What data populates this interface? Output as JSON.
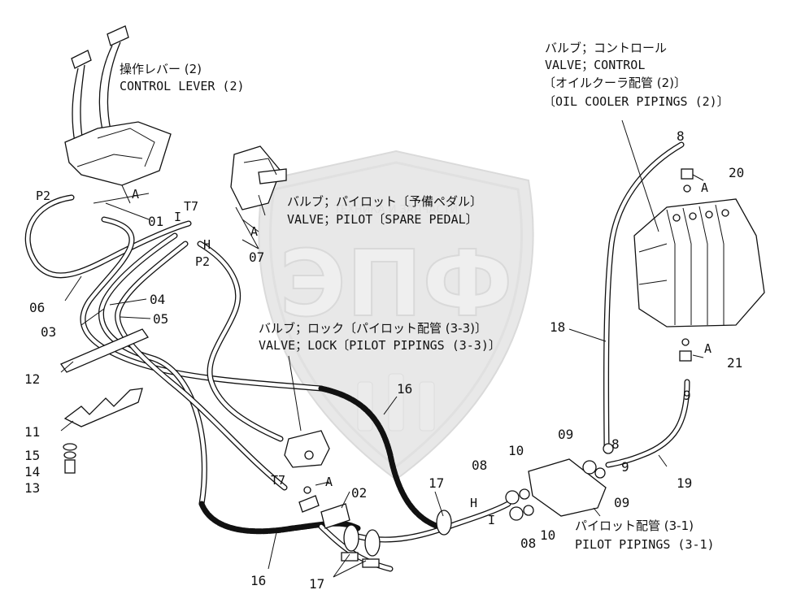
{
  "watermark": {
    "brand": "ЭПФ",
    "subtitle": "ТЕХНИКА И ЗАПЧАСТИ"
  },
  "callouts": [
    {
      "id": "control_lever",
      "jp": "操作レバー (2)",
      "en": "CONTROL LEVER (2)"
    },
    {
      "id": "valve_control",
      "jp": "バルブ；コントロール",
      "en": "VALVE；CONTROL",
      "jp2": "〔オイルクーラ配管 (2)〕",
      "en2": "〔OIL COOLER PIPINGS (2)〕"
    },
    {
      "id": "valve_pilot",
      "jp": "バルブ；パイロット〔予備ペダル〕",
      "en": "VALVE；PILOT〔SPARE PEDAL〕"
    },
    {
      "id": "valve_lock",
      "jp": "バルブ；ロック〔パイロット配管 (3-3)〕",
      "en": "VALVE；LOCK〔PILOT PIPINGS (3-3)〕"
    },
    {
      "id": "pilot_pipings",
      "jp": "パイロット配管 (3-1)",
      "en": "PILOT PIPINGS (3-1)"
    }
  ],
  "part_labels": {
    "p01": "01",
    "p02": "02",
    "p03": "03",
    "p04": "04",
    "p05": "05",
    "p06": "06",
    "p07": "07",
    "p08a": "08",
    "p08b": "08",
    "p09a": "09",
    "p09b": "09",
    "p10a": "10",
    "p10b": "10",
    "p11": "11",
    "p12": "12",
    "p13": "13",
    "p14": "14",
    "p15": "15",
    "p16a": "16",
    "p16b": "16",
    "p17a": "17",
    "p17b": "17",
    "p18": "18",
    "p19": "19",
    "p20": "20",
    "p21": "21",
    "p8a": "8",
    "p8b": "8",
    "p9a": "9",
    "p9b": "9"
  },
  "port_labels": {
    "p2a": "P2",
    "p2b": "P2",
    "t7a": "T7",
    "t7b": "T7",
    "ia": "I",
    "ib": "I",
    "ha": "H",
    "hb": "H",
    "a1": "A",
    "a2": "A",
    "a3": "A",
    "a4": "A",
    "a5": "A"
  }
}
